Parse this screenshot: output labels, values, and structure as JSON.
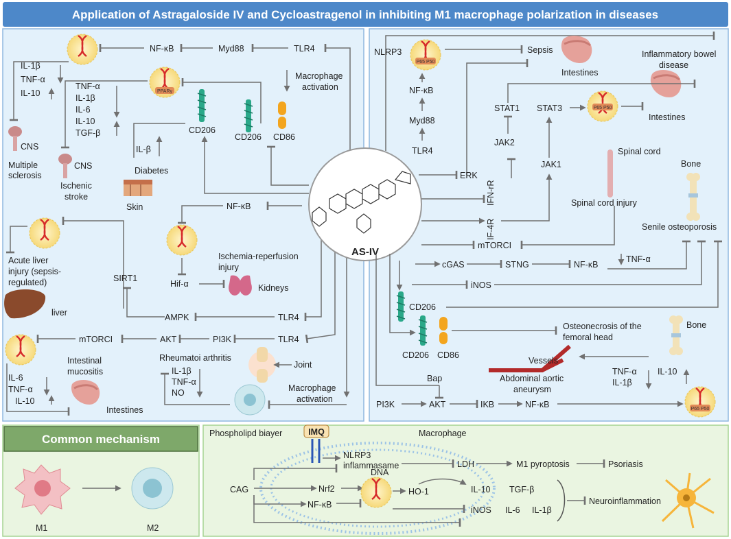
{
  "title": "Application of Astragaloside IV and Cycloastragenol in inhibiting M1 macrophage polarization in diseases",
  "center_label": "AS-IV",
  "common_mechanism": {
    "title": "Common mechanism",
    "from": "M1",
    "to": "M2"
  },
  "colors": {
    "title_bar": "#4d88c9",
    "panel_blue": "#e3f1fb",
    "panel_green": "#eaf5e1",
    "panel_border_blue": "#8fb7df",
    "panel_border_green": "#a6d392",
    "cm_header": "#7ea86a"
  },
  "left": {
    "cns1": {
      "r1": "IL-1β",
      "r2": "TNF-α",
      "r3": "IL-10",
      "organ": "CNS",
      "disease": "Multiple",
      "disease2": "sclerosis"
    },
    "path1": {
      "n1": "NF-κB",
      "n2": "Myd88",
      "n3": "TLR4"
    },
    "stroke": {
      "r1": "TNF-α",
      "r2": "IL-1β",
      "r3": "IL-6",
      "r4": "IL-10",
      "r5": "TGF-β",
      "organ": "CNS",
      "d1": "Ischenic",
      "d2": "stroke",
      "ppar": "PPARγ"
    },
    "cd206a": "CD206",
    "cd206b": "CD206",
    "cd86": "CD86",
    "macro1": "Macrophage",
    "macro1b": "activation",
    "il_b": "IL-β",
    "diabetes": "Diabetes",
    "skin": "Skin",
    "nfkb2": "NF-κB",
    "liver": {
      "d1": "Acute liver",
      "d2": "injury (sepsis-",
      "d3": "regulated)",
      "organ": "liver"
    },
    "sirt1": "SIRT1",
    "hif": "Hif-α",
    "ir": {
      "d1": "Ischemia-reperfusion",
      "d2": "injury",
      "organ": "Kidneys"
    },
    "ampk": "AMPK",
    "tlr4b": "TLR4",
    "mtor": "mTORCI",
    "akt": "AKT",
    "pi3k": "PI3K",
    "tlr4c": "TLR4",
    "mucositis": {
      "r1": "IL-6",
      "r2": "TNF-α",
      "r3": "IL-10",
      "d1": "Intestinal",
      "d2": "mucositis",
      "organ": "Intestines"
    },
    "ra": {
      "d": "Rheumatoi arthritis",
      "organ": "Joint",
      "r1": "IL-1β",
      "r2": "TNF-α",
      "r3": "NO",
      "m1": "Macrophage",
      "m2": "activation"
    }
  },
  "right": {
    "nlrp3": "NLRP3",
    "sepsis": "Sepsis",
    "intestines1": "Intestines",
    "ibd1": "Inflammatory bowel",
    "ibd2": "disease",
    "nfkb": "NF-κB",
    "myd88": "Myd88",
    "tlr4": "TLR4",
    "stat1": "STAT1",
    "stat3": "STAT3",
    "intestines2": "Intestines",
    "jak2": "JAK2",
    "jak1": "JAK1",
    "erk": "ERK",
    "ifn": "IFN-rR",
    "il4r": "IF-4R",
    "spinal1": "Spinal cord",
    "spinal2": "Spinal cord injury",
    "bone1": "Bone",
    "osteo": "Senile osteoporosis",
    "mtor": "mTORCI",
    "cgas": "cGAS",
    "stng": "STNG",
    "nfkb3": "NF-κB",
    "tnf": "TNF-α",
    "inos": "iNOS",
    "cd206a": "CD206",
    "cd206b": "CD206",
    "cd86": "CD86",
    "femoral1": "Osteonecrosis of the",
    "femoral2": "femoral head",
    "bone2": "Bone",
    "vessels": "Vessels",
    "aaa1": "Abdominal aortic",
    "aaa2": "aneurysm",
    "tnf2": "TNF-α",
    "il1b": "IL-1β",
    "il10": "IL-10",
    "bap": "Bap",
    "pi3k": "PI3K",
    "akt": "AKT",
    "ikb": "IKB",
    "nfkb4": "NF-κB",
    "p65": "P65 P50"
  },
  "bottom": {
    "imq": "IMQ",
    "phospho": "Phospholipd biayer",
    "macrophage": "Macrophage",
    "nlrp3a": "NLRP3",
    "nlrp3b": "inflammasame",
    "ldh": "LDH",
    "pyro": "M1 pyroptosis",
    "psoriasis": "Psoriasis",
    "cag": "CAG",
    "nrf2": "Nrf2",
    "dna": "DNA",
    "ho1": "HO-1",
    "nfkb": "NF-κB",
    "il10": "IL-10",
    "tgfb": "TGF-β",
    "inos": "iNOS",
    "il6": "IL-6",
    "il1b": "IL-1β",
    "neuro": "Neuroinflammation"
  }
}
